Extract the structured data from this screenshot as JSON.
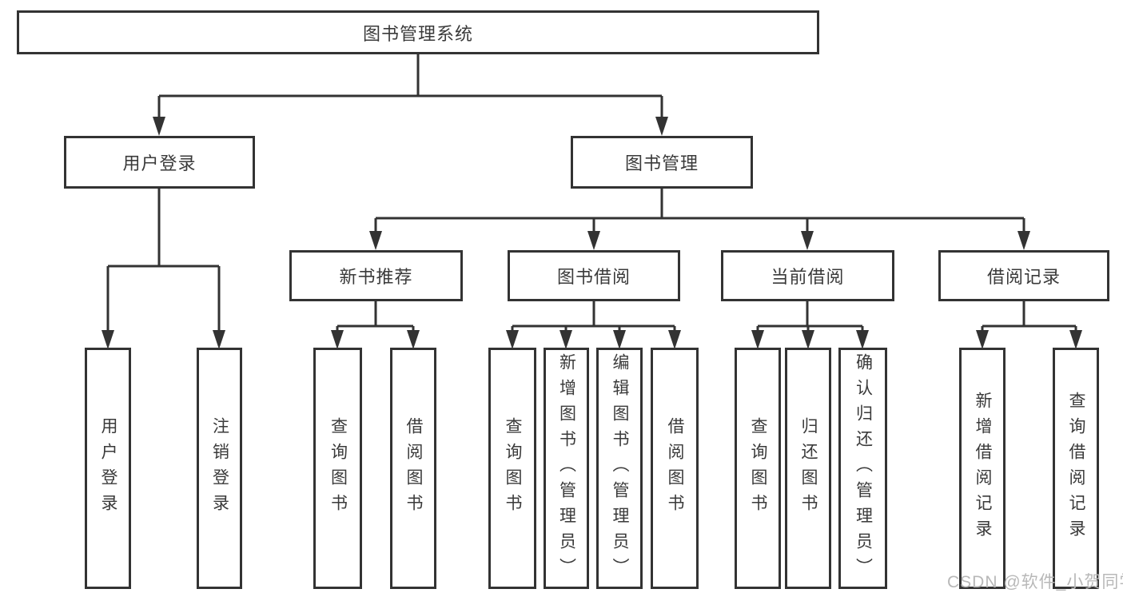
{
  "tree": {
    "label": "图书管理系统",
    "children": [
      {
        "label": "用户登录",
        "children": [
          {
            "label": "用户登录"
          },
          {
            "label": "注销登录"
          }
        ]
      },
      {
        "label": "图书管理",
        "children": [
          {
            "label": "新书推荐",
            "children": [
              {
                "label": "查询图书"
              },
              {
                "label": "借阅图书"
              }
            ]
          },
          {
            "label": "图书借阅",
            "children": [
              {
                "label": "查询图书"
              },
              {
                "label": "新增图书（管理员）"
              },
              {
                "label": "编辑图书（管理员）"
              },
              {
                "label": "借阅图书"
              }
            ]
          },
          {
            "label": "当前借阅",
            "children": [
              {
                "label": "查询图书"
              },
              {
                "label": "归还图书"
              },
              {
                "label": "确认归还（管理员）"
              }
            ]
          },
          {
            "label": "借阅记录",
            "children": [
              {
                "label": "新增借阅记录"
              },
              {
                "label": "查询借阅记录"
              }
            ]
          }
        ]
      }
    ]
  },
  "watermark": {
    "text": "CSDN @软件_小贺同学"
  },
  "colors": {
    "line": "#333333",
    "text": "#3a3a3a",
    "watermark": "#b8b8b8",
    "background": "#ffffff"
  }
}
